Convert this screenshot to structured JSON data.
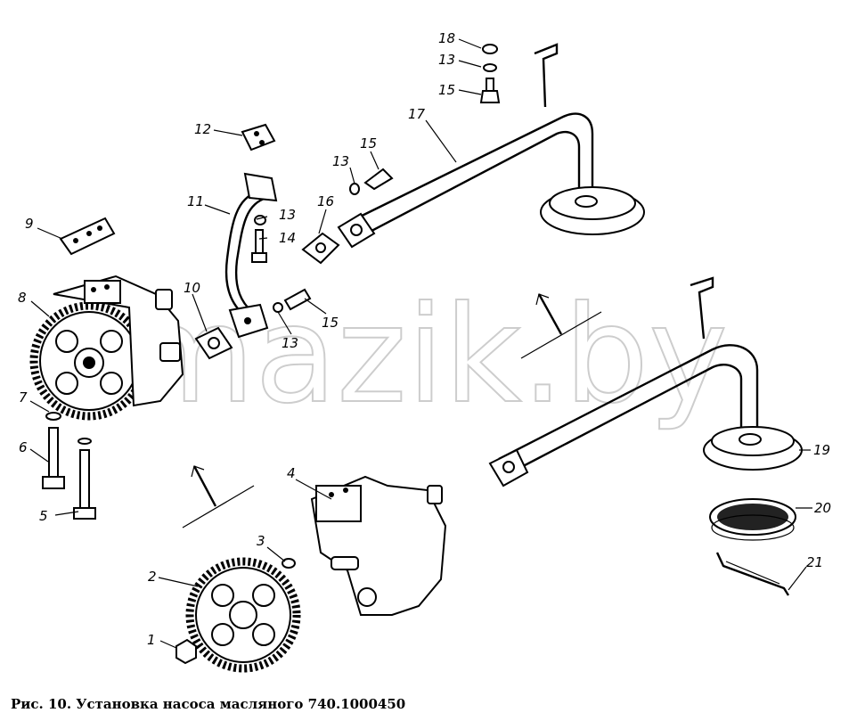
{
  "figure": {
    "caption": "Рис. 10. Установка насоса масляного 740.1000450",
    "watermark": "mazik.by"
  },
  "callouts": [
    {
      "id": "c1",
      "label": "1"
    },
    {
      "id": "c2",
      "label": "2"
    },
    {
      "id": "c3",
      "label": "3"
    },
    {
      "id": "c4",
      "label": "4"
    },
    {
      "id": "c5",
      "label": "5"
    },
    {
      "id": "c6",
      "label": "6"
    },
    {
      "id": "c7",
      "label": "7"
    },
    {
      "id": "c8",
      "label": "8"
    },
    {
      "id": "c9",
      "label": "9"
    },
    {
      "id": "c10",
      "label": "10"
    },
    {
      "id": "c11",
      "label": "11"
    },
    {
      "id": "c12",
      "label": "12"
    },
    {
      "id": "c13a",
      "label": "13"
    },
    {
      "id": "c13b",
      "label": "13"
    },
    {
      "id": "c13c",
      "label": "13"
    },
    {
      "id": "c13d",
      "label": "13"
    },
    {
      "id": "c14",
      "label": "14"
    },
    {
      "id": "c15a",
      "label": "15"
    },
    {
      "id": "c15b",
      "label": "15"
    },
    {
      "id": "c15c",
      "label": "15"
    },
    {
      "id": "c16",
      "label": "16"
    },
    {
      "id": "c17",
      "label": "17"
    },
    {
      "id": "c18",
      "label": "18"
    },
    {
      "id": "c19",
      "label": "19"
    },
    {
      "id": "c20",
      "label": "20"
    },
    {
      "id": "c21",
      "label": "21"
    }
  ]
}
